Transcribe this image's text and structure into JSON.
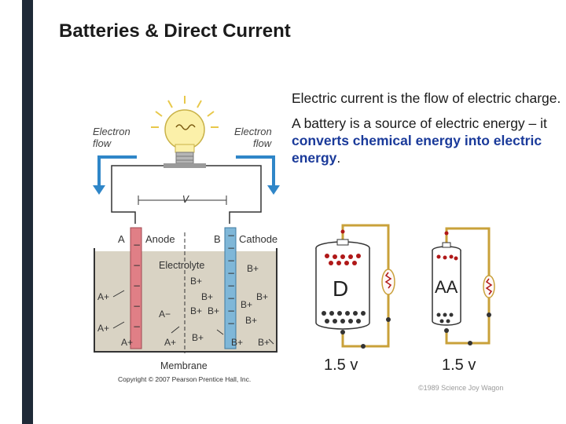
{
  "slide": {
    "title": "Batteries & Direct Current",
    "para1": "Electric current is the flow of electric charge.",
    "para2_start": "A battery is a source of electric energy – it ",
    "para2_highlight": "converts chemical energy into electric energy",
    "para2_end": "."
  },
  "figure1": {
    "electron_flow_left": [
      "Electron",
      "flow"
    ],
    "electron_flow_right": [
      "Electron",
      "flow"
    ],
    "voltage_label": "V",
    "anode_letter": "A",
    "anode_label": "Anode",
    "cathode_letter": "B",
    "cathode_label": "Cathode",
    "electrolyte_label": "Electrolyte",
    "membrane_label": "Membrane",
    "copyright": "Copyright © 2007 Pearson Prentice Hall, Inc.",
    "ion_a_plus": "A+",
    "ion_a_minus": "A−",
    "ion_b_plus": "B+",
    "colors": {
      "anode": "#e07f86",
      "cathode": "#7fb7d8",
      "electrolyte": "#d9d3c4",
      "arrow": "#2f86c8"
    }
  },
  "figure2": {
    "battery_d_label": "D",
    "battery_aa_label": "AA",
    "voltage_d": "1.5 v",
    "voltage_aa": "1.5 v",
    "credit": "©1989 Science Joy Wagon",
    "colors": {
      "wire": "#c9a13a",
      "plus": "#b01818",
      "minus": "#333333"
    }
  }
}
